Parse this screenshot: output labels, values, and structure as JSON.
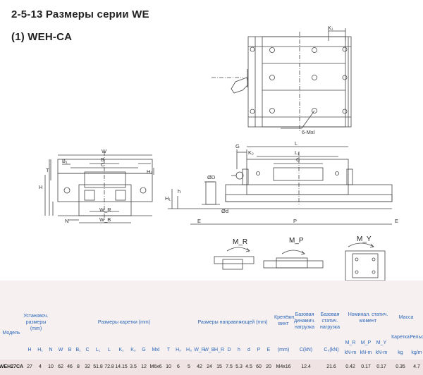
{
  "titles": {
    "section": "2-5-13 Размеры серии WE",
    "subsection": "(1) WEH-CA"
  },
  "drawing": {
    "callouts": {
      "k1": "K₁",
      "mxl": "6-Mxl",
      "w": "W",
      "b1": "B₁",
      "b": "B",
      "c": "C",
      "h2": "H₂",
      "h": "H",
      "t": "T",
      "n": "N",
      "wr": "W_R",
      "wb": "W_B",
      "g": "G",
      "k2": "K₂",
      "l": "L",
      "l1": "L₁",
      "h1": "H₁",
      "hh": "h",
      "bigD": "ØD",
      "smd": "Ød",
      "e": "E",
      "p": "P",
      "e2": "E"
    },
    "moments": {
      "mr": "M_R",
      "mp": "M_P",
      "my": "M_Y"
    }
  },
  "table": {
    "model_header": "Модель",
    "groups": {
      "install": "Установоч. размеры (mm)",
      "carriage": "Размеры каретки (mm)",
      "rail": "Размеры направляющей (mm)",
      "bolt": "Крепёжн. винт",
      "dyn": "Базовая динамич. нагрузка",
      "stat": "Базовая статич. нагрузка",
      "moment": "Номинал. статич. момент",
      "mass": "Масса"
    },
    "subheads": {
      "cols": [
        "H",
        "H₁",
        "N",
        "W",
        "B",
        "B₁",
        "C",
        "L₁",
        "L",
        "K₁",
        "K₂",
        "G",
        "Mxl",
        "T",
        "H₂",
        "H₃",
        "W_R",
        "W_B",
        "H_R",
        "D",
        "h",
        "d",
        "P",
        "E"
      ],
      "bolt": "(mm)",
      "dyn": "C(kN)",
      "stat": "C₀(kN)",
      "mr": "M_R",
      "mp": "M_P",
      "my": "M_Y",
      "units": [
        "kN-m",
        "kN-m",
        "kN-m"
      ],
      "carriage_mass": "Каретка",
      "rail_mass": "Рельс",
      "mass_units": [
        "kg",
        "kg/m"
      ]
    },
    "row": {
      "model": "WEH27CA",
      "values": [
        "27",
        "4",
        "10",
        "62",
        "46",
        "8",
        "32",
        "51.8",
        "72.8",
        "14.15",
        "3.5",
        "12",
        "M6x6",
        "10",
        "6",
        "5",
        "42",
        "24",
        "15",
        "7.5",
        "5.3",
        "4.5",
        "60",
        "20"
      ],
      "bolt": "M4x16",
      "dyn": "12.4",
      "stat": "21.6",
      "mr": "0.42",
      "mp": "0.17",
      "my": "0.17",
      "mass_carriage": "0.35",
      "mass_rail": "4.7"
    }
  }
}
